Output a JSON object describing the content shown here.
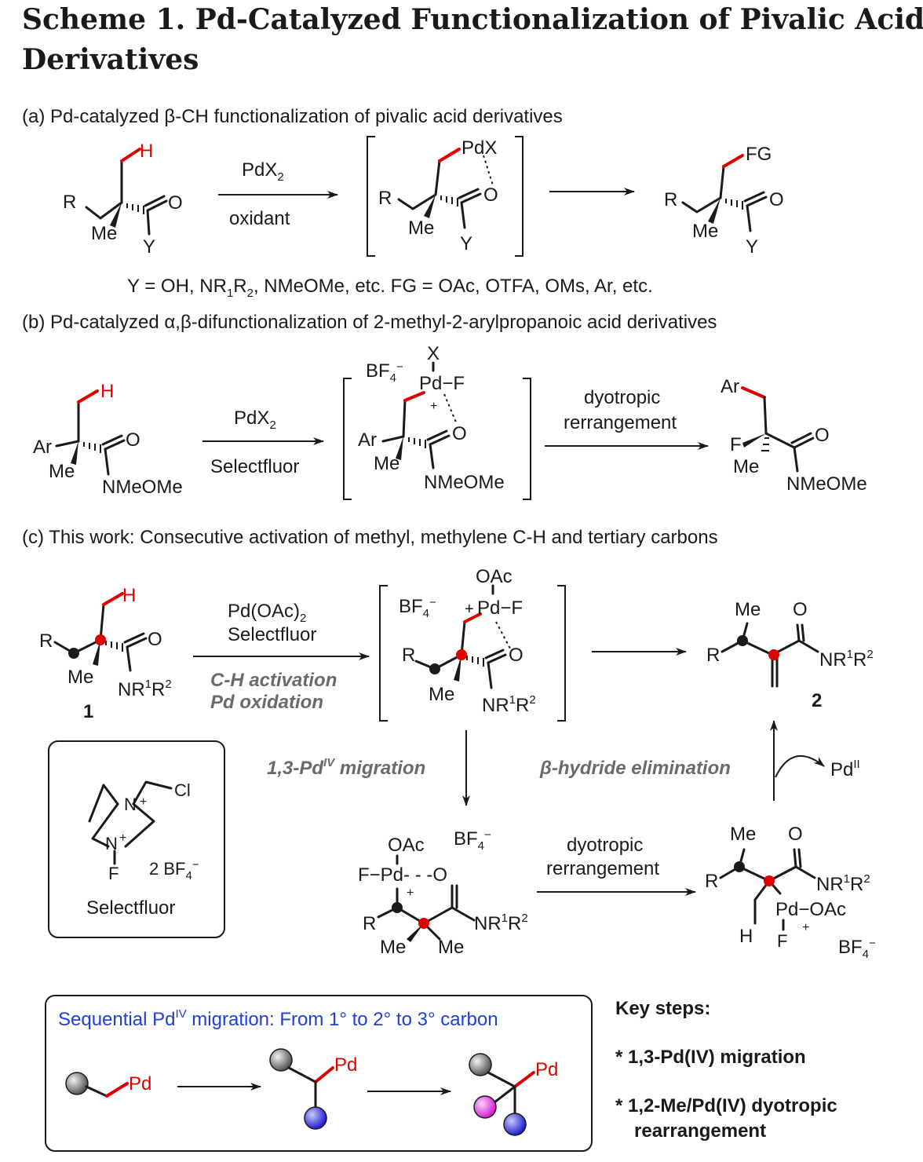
{
  "title": {
    "line1": "Scheme 1. Pd-Catalyzed Functionalization of Pivalic Acid",
    "line2": "Derivatives"
  },
  "panel_a": {
    "heading": "(a) Pd-catalyzed β-CH functionalization of pivalic acid derivatives",
    "reagent_top": "PdX",
    "reagent_top_sub": "2",
    "reagent_bottom": "oxidant",
    "footnote_parts": [
      "Y = OH, NR",
      "1",
      "R",
      "2",
      ", NMeOMe, etc. FG = OAc, OTFA, OMs, Ar, etc."
    ],
    "atoms": {
      "H": "H",
      "R": "R",
      "Me": "Me",
      "O": "O",
      "Y": "Y",
      "PdX": "PdX",
      "FG": "FG"
    }
  },
  "panel_b": {
    "heading": "(b) Pd-catalyzed α,β-difunctionalization of 2-methyl-2-arylpropanoic acid derivatives",
    "reagent_top": "PdX",
    "reagent_top_sub": "2",
    "reagent_bottom": "Selectfluor",
    "step2_line1": "dyotropic",
    "step2_line2": "rerrangement",
    "atoms": {
      "H": "H",
      "Ar": "Ar",
      "Me": "Me",
      "O": "O",
      "amide": "NMeOMe",
      "X": "X",
      "PdF": "Pd−F",
      "BF4": "BF",
      "BF4_sub": "4",
      "BF4_sup": "−",
      "plus": "+",
      "F": "F"
    }
  },
  "panel_c": {
    "heading": "(c) This work: Consecutive activation of methyl, methylene C-H and tertiary carbons",
    "reagent_line1": "Pd(OAc)",
    "reagent_line1_sub": "2",
    "reagent_line2": "Selectfluor",
    "reagent_step_line1": "C-H activation",
    "reagent_step_line2": "Pd oxidation",
    "migration_label_pre": "1,3-Pd",
    "migration_label_sup": "IV",
    "migration_label_post": " migration",
    "elimination_label": "β-hydride elimination",
    "pd_ii": "Pd",
    "pd_ii_sup": "II",
    "dyotropic_line1": "dyotropic",
    "dyotropic_line2": "rerrangement",
    "compound1": "1",
    "compound2": "2",
    "atoms": {
      "H": "H",
      "R": "R",
      "Me": "Me",
      "O": "O",
      "NR": "NR",
      "sup1": "1",
      "R_": "R",
      "sup2": "2",
      "OAc": "OAc",
      "PdF": "Pd−F",
      "FPdO": "F−Pd- - -O",
      "PdOAc": "Pd−OAc",
      "F": "F",
      "plus": "+",
      "BF": "BF",
      "sub4": "4",
      "minus": "−"
    }
  },
  "selectfluor_box": {
    "name": "Selectfluor",
    "counterion": "2 BF",
    "counterion_sub": "4",
    "counterion_sup": "−",
    "atoms": {
      "Cl": "Cl",
      "N": "N",
      "plus": "+",
      "F": "F"
    }
  },
  "sequential_box": {
    "title_pre": "Sequential Pd",
    "title_sup": "IV",
    "title_post": " migration: From 1° to 2° to 3° carbon",
    "pd": "Pd",
    "colors": {
      "grey": "#888888",
      "blue": "#3030e0",
      "magenta": "#e040e0",
      "red": "#e00000",
      "title_blue": "#1f3fd8"
    }
  },
  "key_steps": {
    "heading": "Key steps:",
    "items": [
      "* 1,3-Pd(IV) migration",
      "* 1,2-Me/Pd(IV) dyotropic",
      "rearrangement"
    ]
  }
}
